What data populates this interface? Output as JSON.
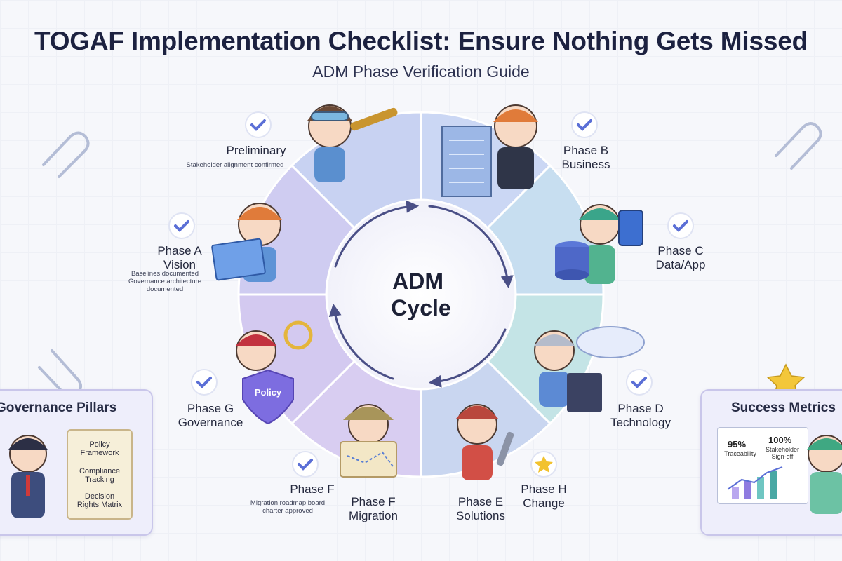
{
  "title": "TOGAF Implementation Checklist: Ensure Nothing Gets Missed",
  "subtitle": "ADM Phase Verification Guide",
  "center_label": "ADM\nCycle",
  "phases": {
    "preliminary": {
      "name": "Preliminary",
      "note": "Stakeholder alignment confirmed"
    },
    "b": {
      "name": "Phase B\nBusiness"
    },
    "c": {
      "name": "Phase C\nData/App"
    },
    "d": {
      "name": "Phase D\nTechnology"
    },
    "h": {
      "name": "Phase H\nChange"
    },
    "e": {
      "name": "Phase E\nSolutions"
    },
    "f": {
      "name": "Phase F\nMigration"
    },
    "f_side": {
      "name": "Phase F",
      "note": "Migration roadmap board\ncharter approved"
    },
    "g": {
      "name": "Phase G\nGovernance"
    },
    "a": {
      "name": "Phase A\nVision",
      "note": "Baselines documented\nGovernance architecture\ndocumented"
    }
  },
  "shield_text": "Policy",
  "governance": {
    "title": "Governance Pillars",
    "items": [
      "Policy\nFramework",
      "Compliance\nTracking",
      "Decision\nRights Matrix"
    ]
  },
  "metrics": {
    "title": "Success Metrics",
    "items": [
      {
        "value": "95%",
        "label": "Traceability"
      },
      {
        "value": "100%",
        "label": "Stakeholder\nSign-off"
      }
    ]
  },
  "colors": {
    "blue": "#b9c9ee",
    "teal": "#bfe3e6",
    "lavender": "#cbc6ef",
    "purple": "#d7c7ef",
    "arrow": "#4a4f86",
    "check": "#5b6fd6"
  }
}
